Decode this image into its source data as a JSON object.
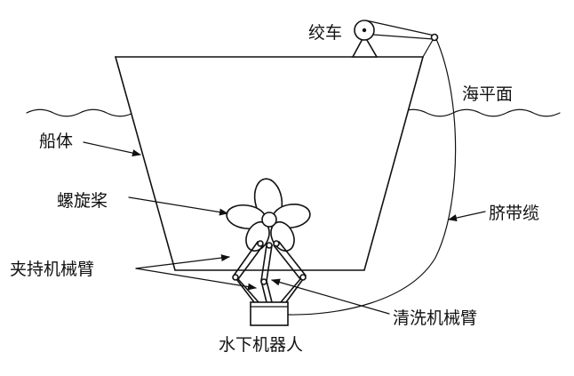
{
  "labels": {
    "winch": "绞车",
    "sea_level": "海平面",
    "hull": "船体",
    "propeller": "螺旋桨",
    "umbilical": "脐带缆",
    "clamping_arm": "夹持机械臂",
    "cleaning_arm": "清洗机械臂",
    "robot": "水下机器人"
  }
}
